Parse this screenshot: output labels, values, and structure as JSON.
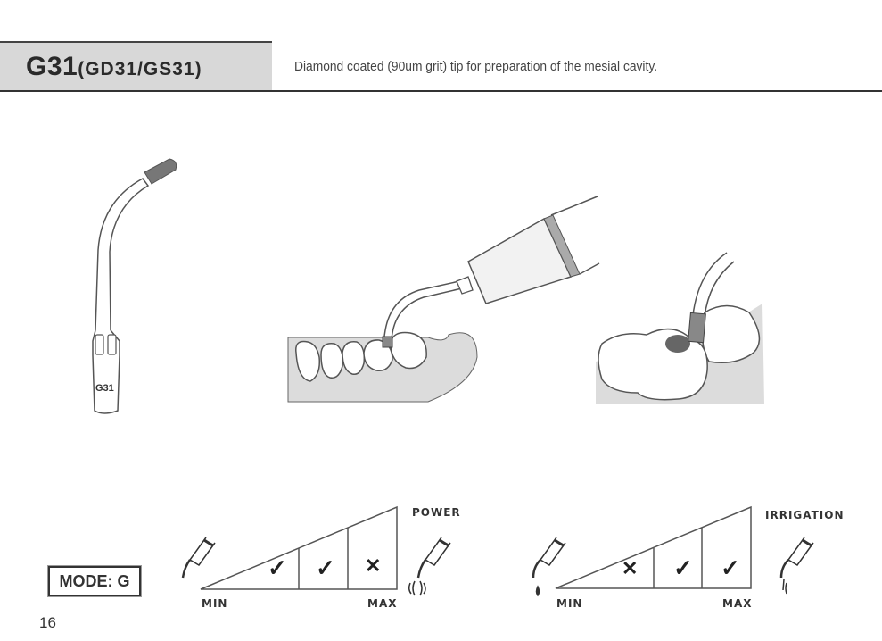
{
  "header": {
    "model": "G31",
    "variants": "(GD31/GS31)",
    "description": "Diamond coated (90um grit) tip for preparation of the mesial cavity."
  },
  "tip_illustration": {
    "engraving": "G31"
  },
  "mode": {
    "label": "MODE: G"
  },
  "power_scale": {
    "title": "POWER",
    "min_label": "MIN",
    "max_label": "MAX",
    "levels": [
      "✓",
      "✓",
      "✕"
    ]
  },
  "irrigation_scale": {
    "title": "IRRIGATION",
    "min_label": "MIN",
    "max_label": "MAX",
    "levels": [
      "✕",
      "✓",
      "✓"
    ]
  },
  "page_number": "16"
}
